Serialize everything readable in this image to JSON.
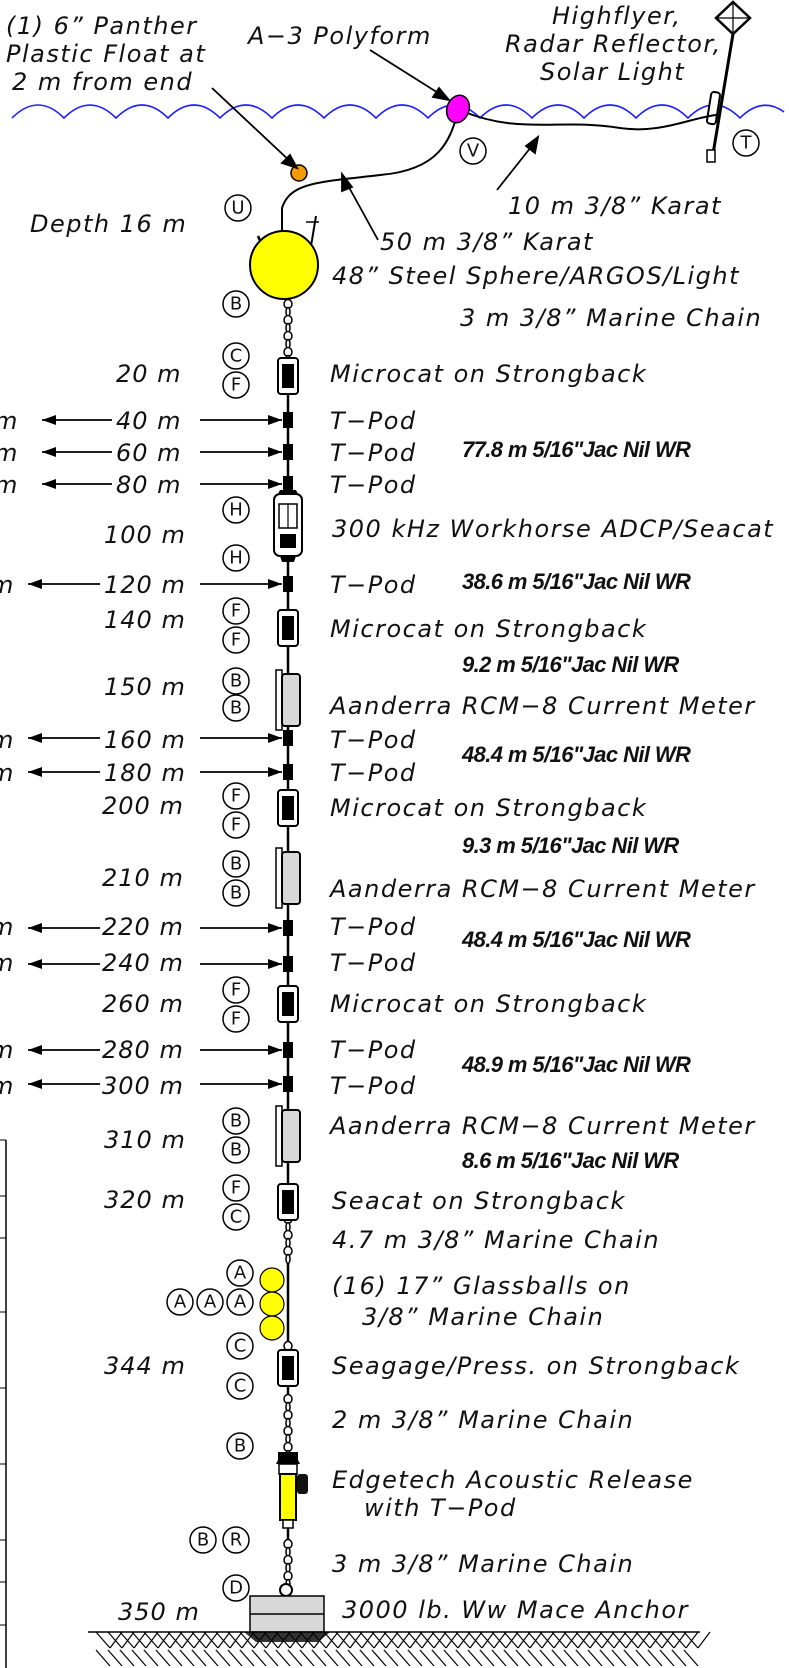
{
  "surface": {
    "float_label": [
      "(1) 6” Panther",
      "Plastic Float at",
      "2 m from end"
    ],
    "polyform_label": "A−3 Polyform",
    "highflyer_label": [
      "Highflyer,",
      "Radar Reflector,",
      "Solar Light"
    ],
    "karat_10": "10 m 3/8” Karat",
    "karat_50": "50 m 3/8” Karat",
    "depth_top": "Depth 16 m",
    "sphere_label": "48” Steel Sphere/ARGOS/Light",
    "chain_3m_top": "3 m 3/8” Marine Chain"
  },
  "instruments": [
    {
      "depth": "20 m",
      "label": "Microcat on Strongback"
    },
    {
      "depth": "40 m",
      "label": "T−Pod"
    },
    {
      "depth": "60 m",
      "label": "T−Pod"
    },
    {
      "depth": "80 m",
      "label": "T−Pod"
    },
    {
      "depth": "100 m",
      "label": "300 kHz Workhorse ADCP/Seacat"
    },
    {
      "depth": "120 m",
      "label": "T−Pod"
    },
    {
      "depth": "140 m",
      "label": "Microcat on Strongback"
    },
    {
      "depth": "150 m",
      "label": "Aanderra RCM−8 Current Meter"
    },
    {
      "depth": "160 m",
      "label": "T−Pod"
    },
    {
      "depth": "180 m",
      "label": "T−Pod"
    },
    {
      "depth": "200 m",
      "label": "Microcat on Strongback"
    },
    {
      "depth": "210 m",
      "label": "Aanderra RCM−8 Current Meter"
    },
    {
      "depth": "220 m",
      "label": "T−Pod"
    },
    {
      "depth": "240 m",
      "label": "T−Pod"
    },
    {
      "depth": "260 m",
      "label": "Microcat on Strongback"
    },
    {
      "depth": "280 m",
      "label": "T−Pod"
    },
    {
      "depth": "300 m",
      "label": "T−Pod"
    },
    {
      "depth": "310 m",
      "label": "Aanderra RCM−8 Current Meter"
    },
    {
      "depth": "320 m",
      "label": "Seacat on Strongback"
    },
    {
      "depth": "344 m",
      "label": "Seagage/Press. on Strongback"
    },
    {
      "depth": "350 m",
      "label": "3000 lb. Ww Mace Anchor"
    }
  ],
  "wire_ropes": [
    "77.8 m 5/16\"Jac Nil WR",
    "38.6 m 5/16\"Jac Nil WR",
    "9.2 m 5/16\"Jac Nil WR",
    "48.4 m 5/16\"Jac Nil WR",
    "9.3 m 5/16\"Jac Nil WR",
    "48.4 m 5/16\"Jac Nil WR",
    "48.9 m 5/16\"Jac Nil WR",
    "8.6 m 5/16\"Jac Nil WR"
  ],
  "lower": {
    "chain_4_7": "4.7 m 3/8” Marine Chain",
    "glassballs": [
      "(16) 17” Glassballs on",
      "3/8” Marine Chain"
    ],
    "chain_2": "2 m 3/8” Marine Chain",
    "release": [
      "Edgetech Acoustic Release",
      "with T−Pod"
    ],
    "chain_3_bottom": "3 m 3/8” Marine Chain",
    "left_edge_unit": "m"
  },
  "hardware_letters": [
    "U",
    "V",
    "T",
    "B",
    "C",
    "F",
    "H",
    "A",
    "R",
    "D"
  ],
  "colors": {
    "sphere": "#ffff00",
    "glassball": "#ffff00",
    "release": "#ffff00",
    "polyform": "#ff00ff",
    "panther_float": "#f59a00",
    "sea_surface": "#2222ff",
    "line": "#000000"
  }
}
